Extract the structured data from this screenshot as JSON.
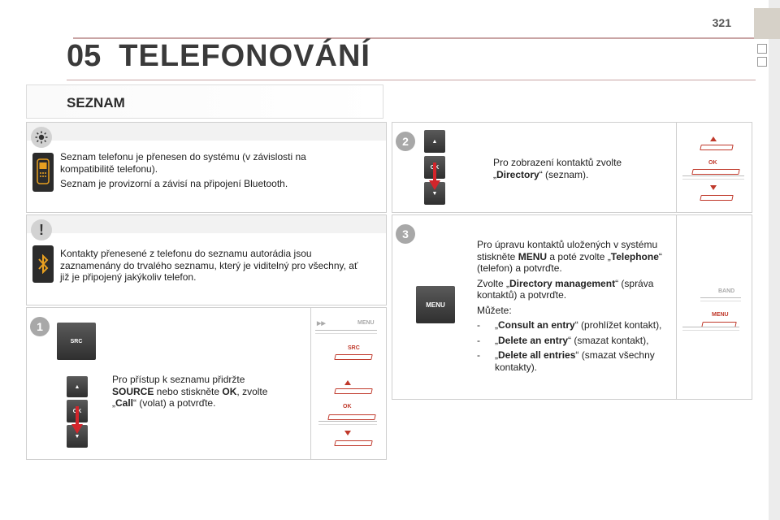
{
  "page": {
    "number": "321"
  },
  "chapter": {
    "number": "05",
    "title": "TELEFONOVÁNÍ"
  },
  "section": {
    "title": "SEZNAM"
  },
  "info": {
    "line1": "Seznam telefonu je přenesen do systému (v závislosti na kompatibilitě telefonu).",
    "line2": "Seznam je provizorní a závisí na připojení Bluetooth."
  },
  "warning": {
    "text": "Kontakty přenesené z telefonu do seznamu autorádia jsou zaznamenány do trvalého seznamu, který je viditelný pro všechny, ať již je připojený jakýkoliv telefon."
  },
  "step1": {
    "number": "1",
    "t1": "Pro přístup k seznamu přidržte",
    "b1": "SOURCE",
    "t2": " nebo stiskněte ",
    "b2": "OK",
    "t3": ", zvolte „",
    "b3": "Call",
    "t4": "“ (volat) a potvrďte."
  },
  "step2": {
    "number": "2",
    "t1": "Pro zobrazení kontaktů zvolte „",
    "b1": "Directory",
    "t2": "“ (seznam)."
  },
  "step3": {
    "number": "3",
    "p1_t1": "Pro úpravu kontaktů uložených v systému stiskněte ",
    "p1_b1": "MENU",
    "p1_t2": " a poté zvolte „",
    "p1_b2": "Telephone",
    "p1_t3": "“ (telefon) a potvrďte.",
    "p2_t1": "Zvolte „",
    "p2_b1": "Directory management",
    "p2_t2": "“ (správa kontaktů) a potvrďte.",
    "p3": "Můžete:",
    "items": [
      {
        "dash": "-",
        "open": "„",
        "bold": "Consult an entry",
        "rest": "“ (prohlížet kontakt),"
      },
      {
        "dash": "-",
        "open": "„",
        "bold": "Delete an entry",
        "rest": "“ (smazat kontakt),"
      },
      {
        "dash": "-",
        "open": "„",
        "bold": "Delete all entries",
        "rest": "“ (smazat všechny kontakty)."
      }
    ]
  },
  "buttons": {
    "src": "SRC",
    "ok": "OK",
    "menu": "MENU",
    "band": "BAND",
    "up": "▲",
    "down": "▼"
  },
  "colors": {
    "accent": "#c0392b",
    "panel_border": "#cfcfcf",
    "title": "#3a3a3a"
  }
}
